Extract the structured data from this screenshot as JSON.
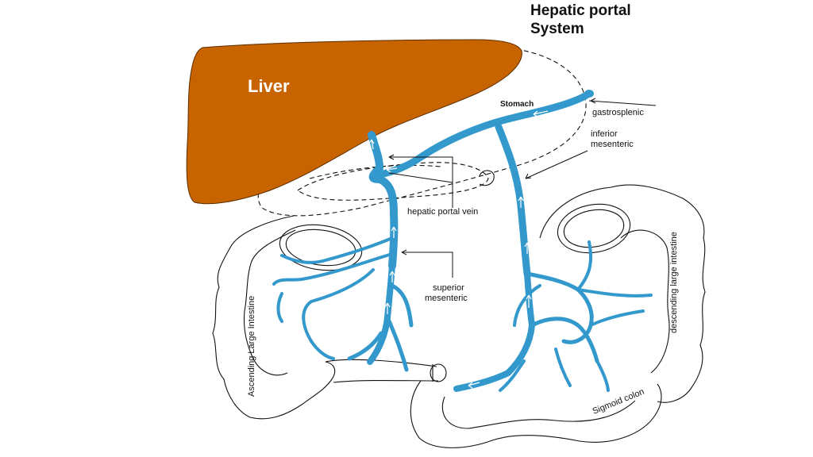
{
  "title": {
    "line1": "Hepatic portal",
    "line2": "System"
  },
  "labels": {
    "liver": "Liver",
    "stomach": "Stomach",
    "gastrosplenic": "gastrosplenic",
    "inferior_mesenteric_1": "inferior",
    "inferior_mesenteric_2": "mesenteric",
    "hepatic_portal_vein": "hepatic portal vein",
    "superior_mesenteric_1": "superior",
    "superior_mesenteric_2": "mesenteric",
    "ascending_large_intestine": "Ascending Large Intestine",
    "descending_large_intestine": "descending large intestine",
    "sigmoid_colon": "Sigmoid colon"
  },
  "colors": {
    "liver": "#C86400",
    "vein": "#3399CC",
    "outline": "#111111"
  }
}
